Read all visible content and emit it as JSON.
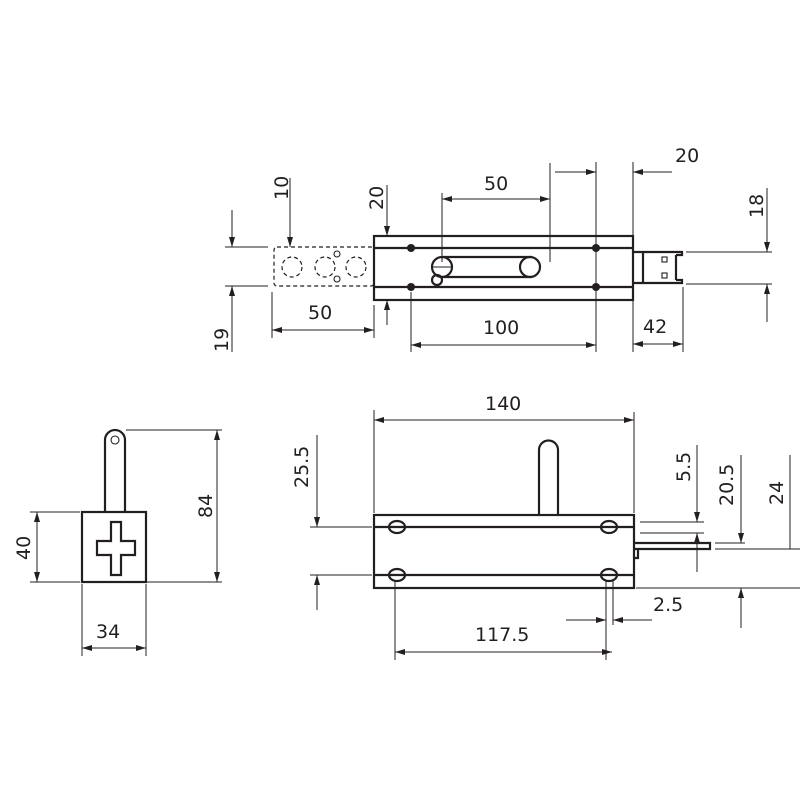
{
  "top_view": {
    "dim_10": "10",
    "dim_20_left": "20",
    "dim_19": "19",
    "dim_50_slot": "50",
    "dim_50_ext": "50",
    "dim_100": "100",
    "dim_20_right": "20",
    "dim_42": "42",
    "dim_18": "18"
  },
  "side_view": {
    "dim_84": "84",
    "dim_40": "40",
    "dim_34": "34"
  },
  "front_view": {
    "dim_140": "140",
    "dim_25_5": "25.5",
    "dim_5_5": "5.5",
    "dim_20_5": "20.5",
    "dim_24": "24",
    "dim_2_5": "2.5",
    "dim_117_5": "117.5"
  },
  "colors": {
    "line": "#231f20",
    "background": "#ffffff"
  }
}
